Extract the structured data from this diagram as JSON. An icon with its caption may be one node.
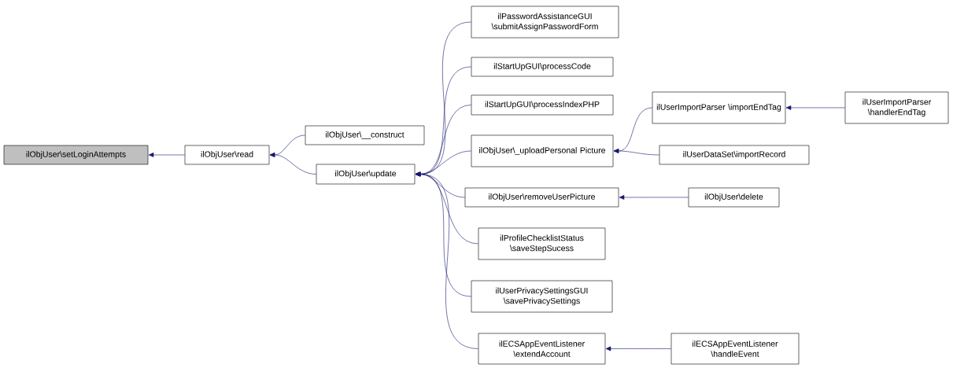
{
  "diagram": {
    "nodes": [
      {
        "text": [
          "ilObjUser\\setLoginAttempts"
        ]
      },
      {
        "text": [
          "ilObjUser\\read"
        ]
      },
      {
        "text": [
          "ilObjUser\\__construct"
        ]
      },
      {
        "text": [
          "ilObjUser\\update"
        ]
      },
      {
        "text": [
          "ilPasswordAssistanceGUI \\submitAssignPasswordForm"
        ]
      },
      {
        "text": [
          "ilStartUpGUI\\processCode"
        ]
      },
      {
        "text": [
          "ilStartUpGUI\\processIndexPHP"
        ]
      },
      {
        "text": [
          "ilObjUser\\_uploadPersonal Picture"
        ]
      },
      {
        "text": [
          "ilObjUser\\removeUserPicture"
        ]
      },
      {
        "text": [
          "ilProfileChecklistStatus \\saveStepSucess"
        ]
      },
      {
        "text": [
          "ilUserPrivacySettingsGUI \\savePrivacySettings"
        ]
      },
      {
        "text": [
          "ilECSAppEventListener \\extendAccount"
        ]
      },
      {
        "text": [
          "ilUserImportParser \\importEndTag"
        ]
      },
      {
        "text": [
          "ilUserDataSet\\importRecord"
        ]
      },
      {
        "text": [
          "ilObjUser\\delete"
        ]
      },
      {
        "text": [
          "ilECSAppEventListener \\handleEvent"
        ]
      },
      {
        "text": [
          "ilUserImportParser \\handlerEndTag"
        ]
      }
    ],
    "edges": [
      {
        "from": 1,
        "to": 0,
        "arrow": "to"
      },
      {
        "from": 2,
        "to": 1,
        "arrow": "to"
      },
      {
        "from": 3,
        "to": 1,
        "arrow": "to"
      },
      {
        "from": 4,
        "to": 3,
        "arrow": "to"
      },
      {
        "from": 5,
        "to": 3,
        "arrow": "to"
      },
      {
        "from": 6,
        "to": 3,
        "arrow": "to"
      },
      {
        "from": 7,
        "to": 3,
        "arrow": "to"
      },
      {
        "from": 8,
        "to": 3,
        "arrow": "to"
      },
      {
        "from": 9,
        "to": 3,
        "arrow": "to"
      },
      {
        "from": 10,
        "to": 3,
        "arrow": "to"
      },
      {
        "from": 11,
        "to": 3,
        "arrow": "to"
      },
      {
        "from": 12,
        "to": 7,
        "arrow": "to"
      },
      {
        "from": 13,
        "to": 7,
        "arrow": "to"
      },
      {
        "from": 14,
        "to": 8,
        "arrow": "to"
      },
      {
        "from": 15,
        "to": 11,
        "arrow": "to"
      },
      {
        "from": 16,
        "to": 12,
        "arrow": "to"
      }
    ]
  }
}
